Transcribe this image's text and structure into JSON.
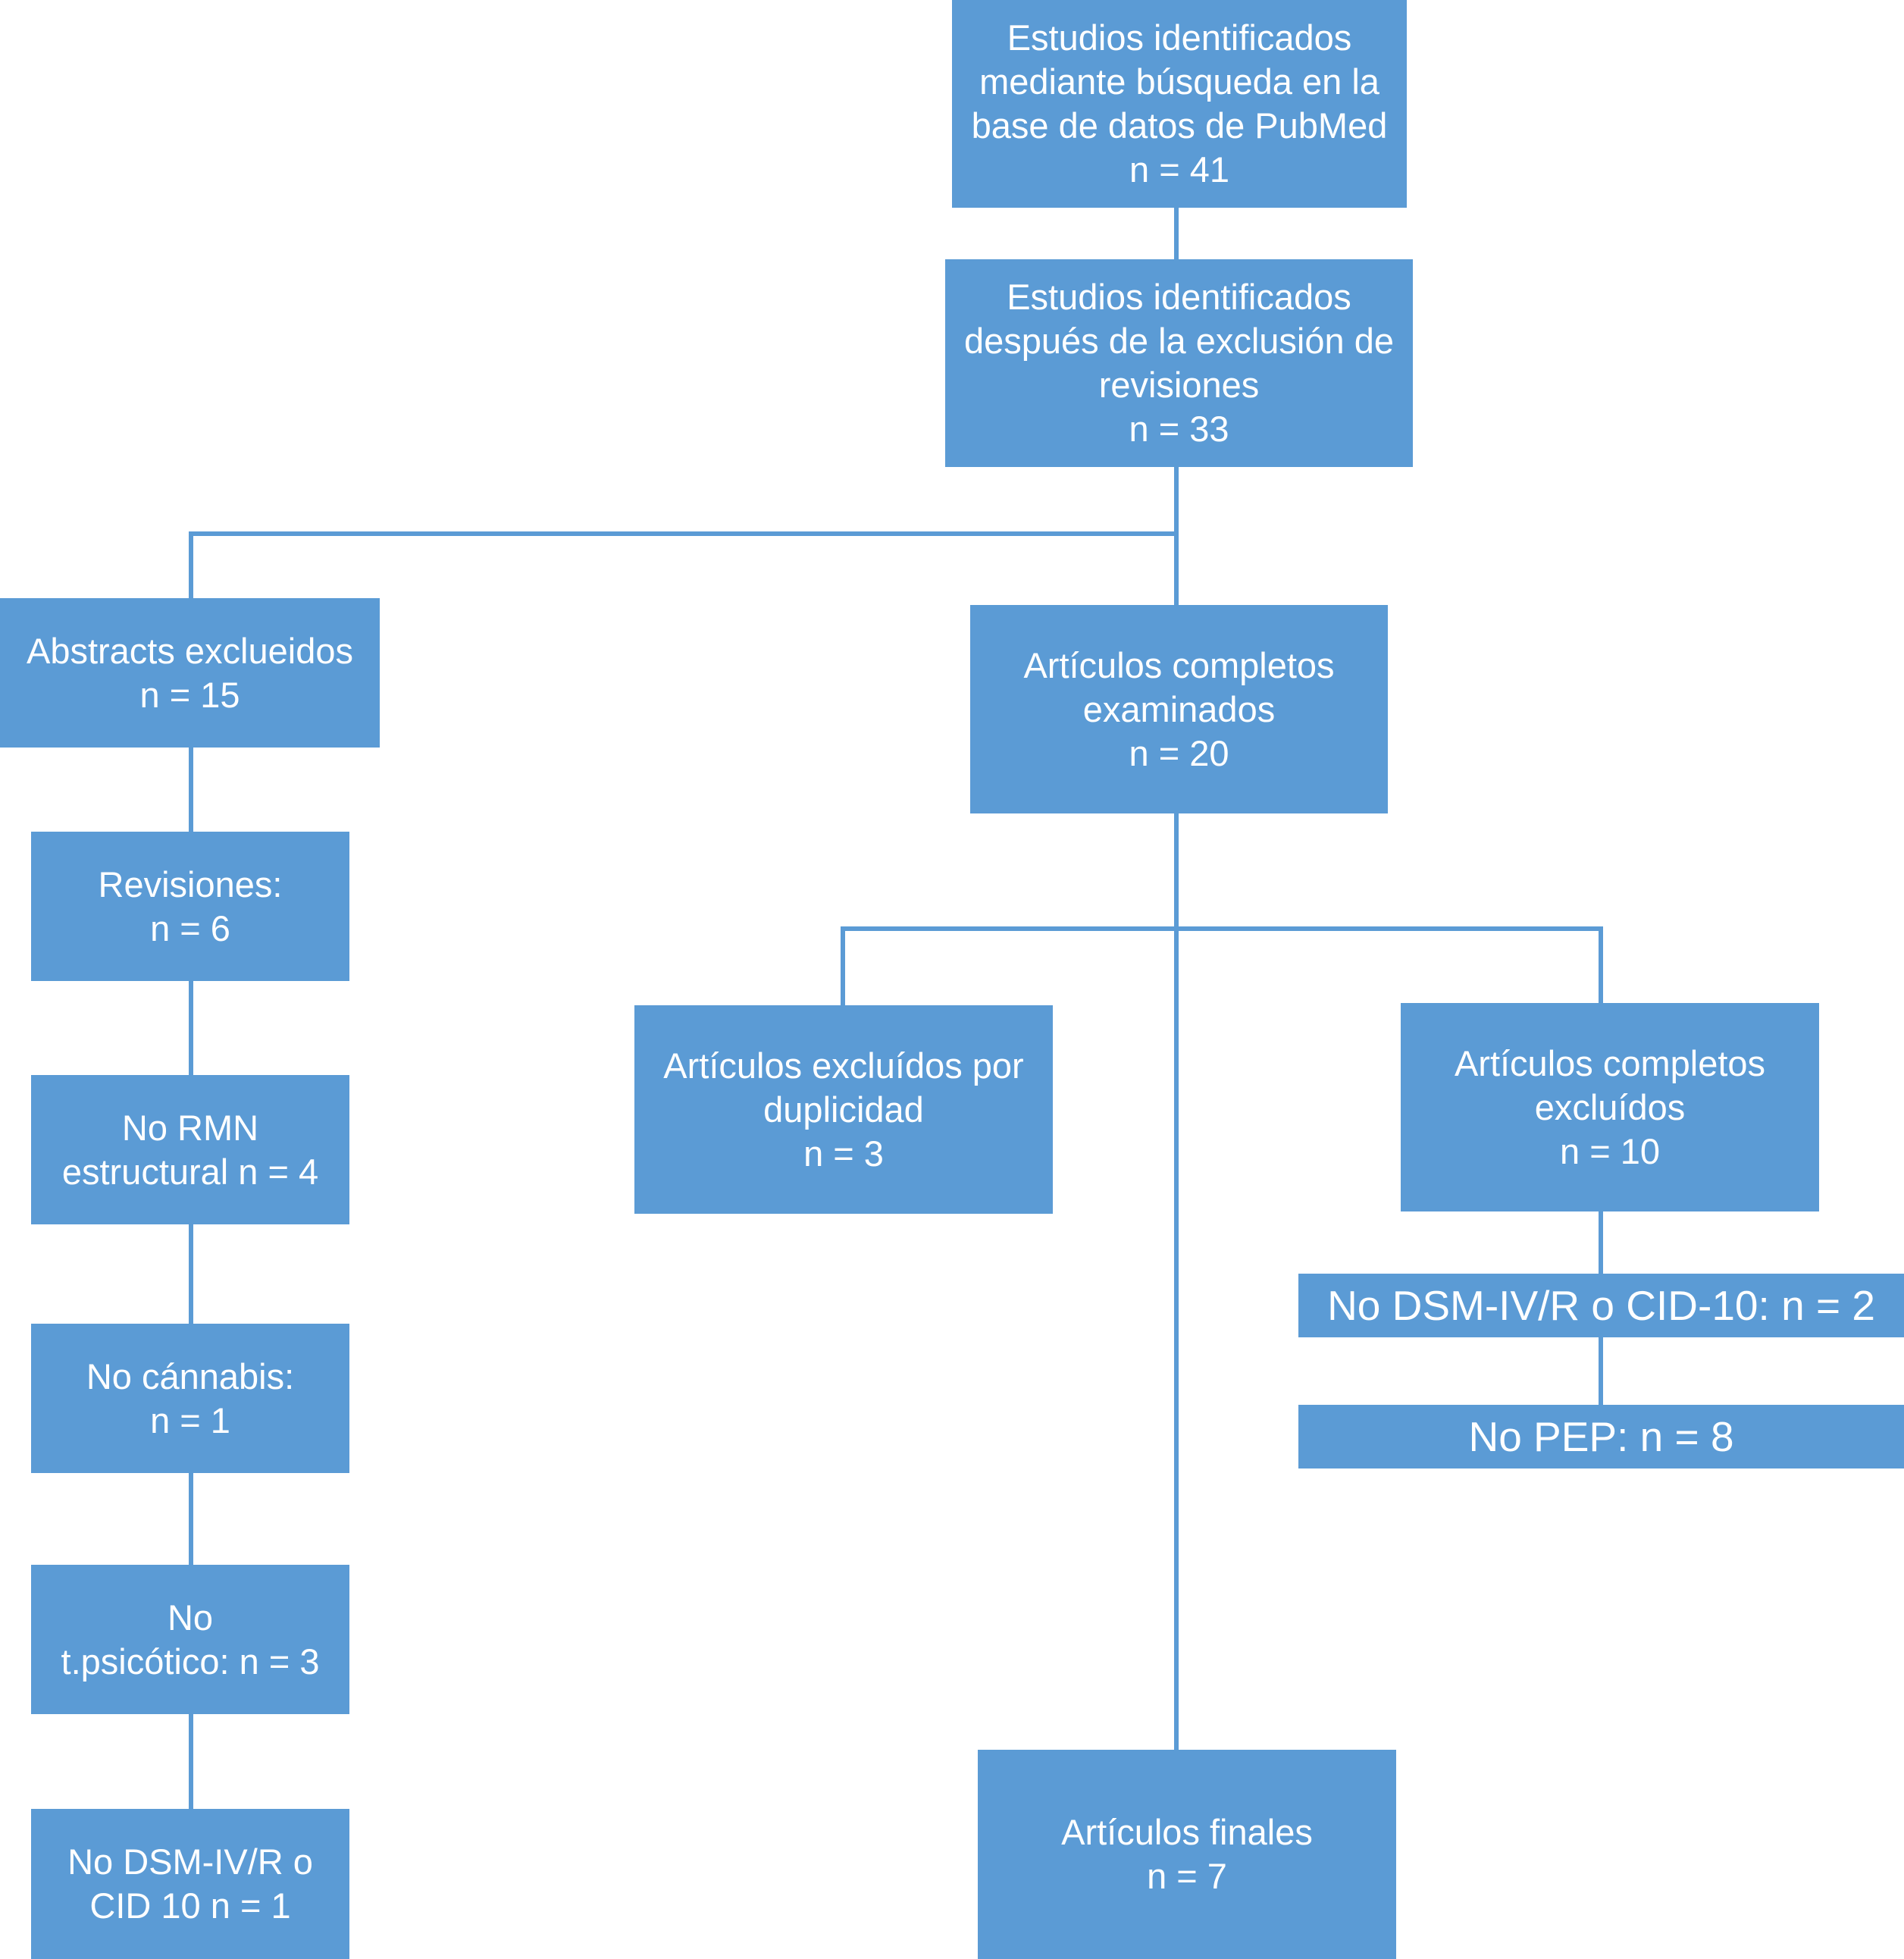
{
  "diagram": {
    "colors": {
      "box_fill": "#5b9bd5",
      "box_text": "#ffffff",
      "connector": "#5b9bd5"
    },
    "nodes": {
      "pubmed": {
        "lines": [
          "Estudios identificados",
          "mediante búsqueda en la",
          "base de datos de PubMed",
          "n = 41"
        ]
      },
      "sin_rev": {
        "lines": [
          "Estudios identificados",
          "después de la exclusión de",
          "revisiones",
          "n = 33"
        ]
      },
      "abstracts": {
        "lines": [
          "Abstracts exclueidos",
          "n = 15"
        ]
      },
      "completos": {
        "lines": [
          "Artículos completos",
          "examinados",
          "n = 20"
        ]
      },
      "revisiones": {
        "lines": [
          "Revisiones:",
          "n = 6"
        ]
      },
      "no_rmn": {
        "lines": [
          "No RMN",
          "estructural n = 4"
        ]
      },
      "no_cannabis": {
        "lines": [
          "No cánnabis:",
          "n = 1"
        ]
      },
      "no_psicotico": {
        "lines": [
          "No",
          "t.psicótico: n = 3"
        ]
      },
      "no_dsm_left": {
        "lines": [
          "No DSM-IV/R o",
          "CID 10 n = 1"
        ]
      },
      "duplicidad": {
        "lines": [
          "Artículos excluídos por",
          "duplicidad",
          "n = 3"
        ]
      },
      "comp_excl": {
        "lines": [
          "Artículos completos",
          "excluídos",
          "n = 10"
        ]
      },
      "no_dsm_right": {
        "lines": [
          "No DSM-IV/R o CID-10: n = 2"
        ]
      },
      "no_pep": {
        "lines": [
          "No PEP: n = 8"
        ]
      },
      "finales": {
        "lines": [
          "Artículos finales",
          "n = 7"
        ]
      }
    }
  }
}
